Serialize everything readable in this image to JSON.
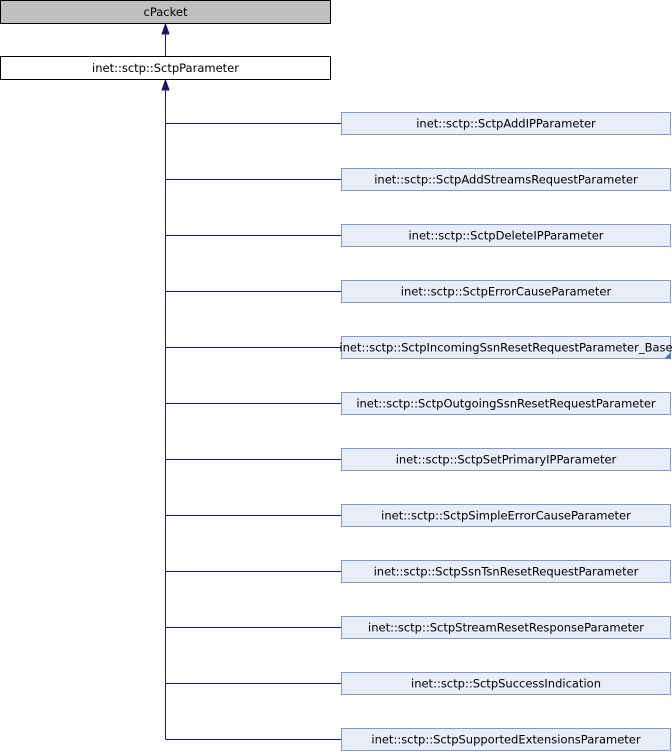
{
  "base": {
    "label": "cPacket"
  },
  "parent": {
    "label": "inet::sctp::SctpParameter"
  },
  "children": [
    {
      "label": "inet::sctp::SctpAddIPParameter",
      "truncated": false
    },
    {
      "label": "inet::sctp::SctpAddStreamsRequestParameter",
      "truncated": false
    },
    {
      "label": "inet::sctp::SctpDeleteIPParameter",
      "truncated": false
    },
    {
      "label": "inet::sctp::SctpErrorCauseParameter",
      "truncated": false
    },
    {
      "label": "inet::sctp::SctpIncomingSsnResetRequestParameter_Base",
      "truncated": true
    },
    {
      "label": "inet::sctp::SctpOutgoingSsnResetRequestParameter",
      "truncated": false
    },
    {
      "label": "inet::sctp::SctpSetPrimaryIPParameter",
      "truncated": false
    },
    {
      "label": "inet::sctp::SctpSimpleErrorCauseParameter",
      "truncated": false
    },
    {
      "label": "inet::sctp::SctpSsnTsnResetRequestParameter",
      "truncated": false
    },
    {
      "label": "inet::sctp::SctpStreamResetResponseParameter",
      "truncated": false
    },
    {
      "label": "inet::sctp::SctpSuccessIndication",
      "truncated": false
    },
    {
      "label": "inet::sctp::SctpSupportedExtensionsParameter",
      "truncated": false
    }
  ],
  "colors": {
    "base_fill": "#bfbfbf",
    "parent_fill": "#ffffff",
    "child_fill": "#e8eef7",
    "child_border": "#8199c8",
    "node_border": "#000000",
    "edge": "#191970",
    "fold_corner": "#4a73b7"
  }
}
